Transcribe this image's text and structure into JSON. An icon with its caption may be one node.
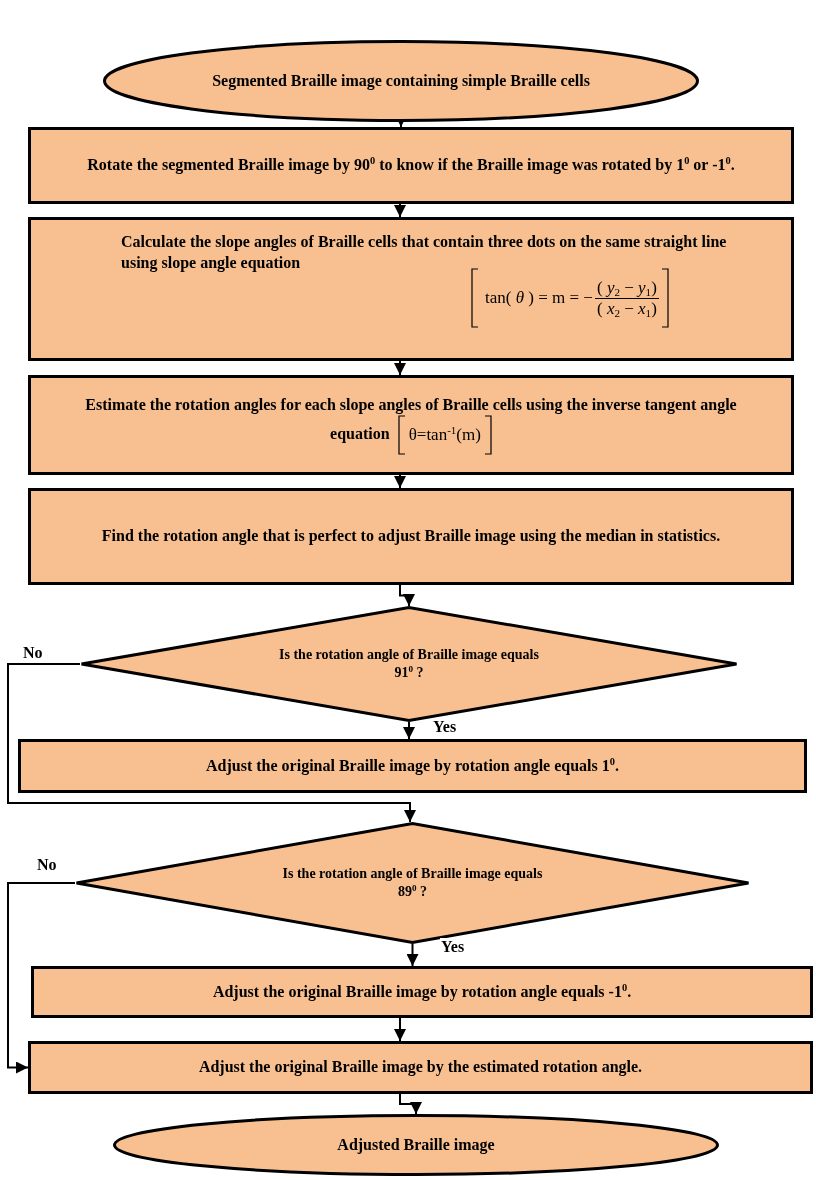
{
  "diagram": {
    "nodes": [
      {
        "text": [
          "Segmented Braille image containing simple Braille cells"
        ]
      },
      {
        "text": [
          "Rotate the segmented Braille image by 90$^{0}$ to know if the Braille image was rotated by 1$^{0}$ or -1$^{0}$."
        ]
      },
      {
        "text": [
          "Calculate the slope angles of Braille cells that contain three dots on the same straight line using slope angle equation",
          "tan( *θ* ) = m = −",
          "( *y*$_{2}$ − *y*$_{1}$)",
          "( *x*$_{2}$ − *x*$_{1}$)"
        ]
      },
      {
        "text": [
          "Estimate the rotation angles for each slope angles of Braille cells using the inverse tangent angle equation",
          "θ=tan$^{-1}$(m)"
        ]
      },
      {
        "text": [
          "Find the rotation angle that is perfect to adjust Braille image using the median in statistics."
        ]
      },
      {
        "text": [
          "Is the rotation angle of Braille image equals 91$^{0}$ ?"
        ]
      },
      {
        "text": [
          "Adjust the original Braille image by rotation angle equals 1$^{0}$."
        ]
      },
      {
        "text": [
          "Is the rotation angle of Braille image equals 89$^{0}$ ?"
        ]
      },
      {
        "text": [
          "Adjust the original Braille image by rotation angle equals -1$^{0}$."
        ]
      },
      {
        "text": [
          "Adjust the original Braille image by the estimated rotation angle."
        ]
      },
      {
        "text": [
          "Adjusted Braille image"
        ]
      }
    ],
    "edges": [
      {
        "from": 0,
        "to": 1,
        "arrow": "to"
      },
      {
        "from": 1,
        "to": 2,
        "arrow": "to"
      },
      {
        "from": 2,
        "to": 3,
        "arrow": "to"
      },
      {
        "from": 3,
        "to": 4,
        "arrow": "to"
      },
      {
        "from": 4,
        "to": 5,
        "arrow": "to"
      },
      {
        "from": 5,
        "to": 6,
        "arrow": "to",
        "label": "Yes"
      },
      {
        "from": 5,
        "to": 7,
        "arrow": "to",
        "label": "No"
      },
      {
        "from": 7,
        "to": 8,
        "arrow": "to",
        "label": "Yes"
      },
      {
        "from": 7,
        "to": 9,
        "arrow": "to",
        "label": "No"
      },
      {
        "from": 8,
        "to": 9,
        "arrow": "to"
      },
      {
        "from": 9,
        "to": 10,
        "arrow": "to"
      }
    ]
  }
}
